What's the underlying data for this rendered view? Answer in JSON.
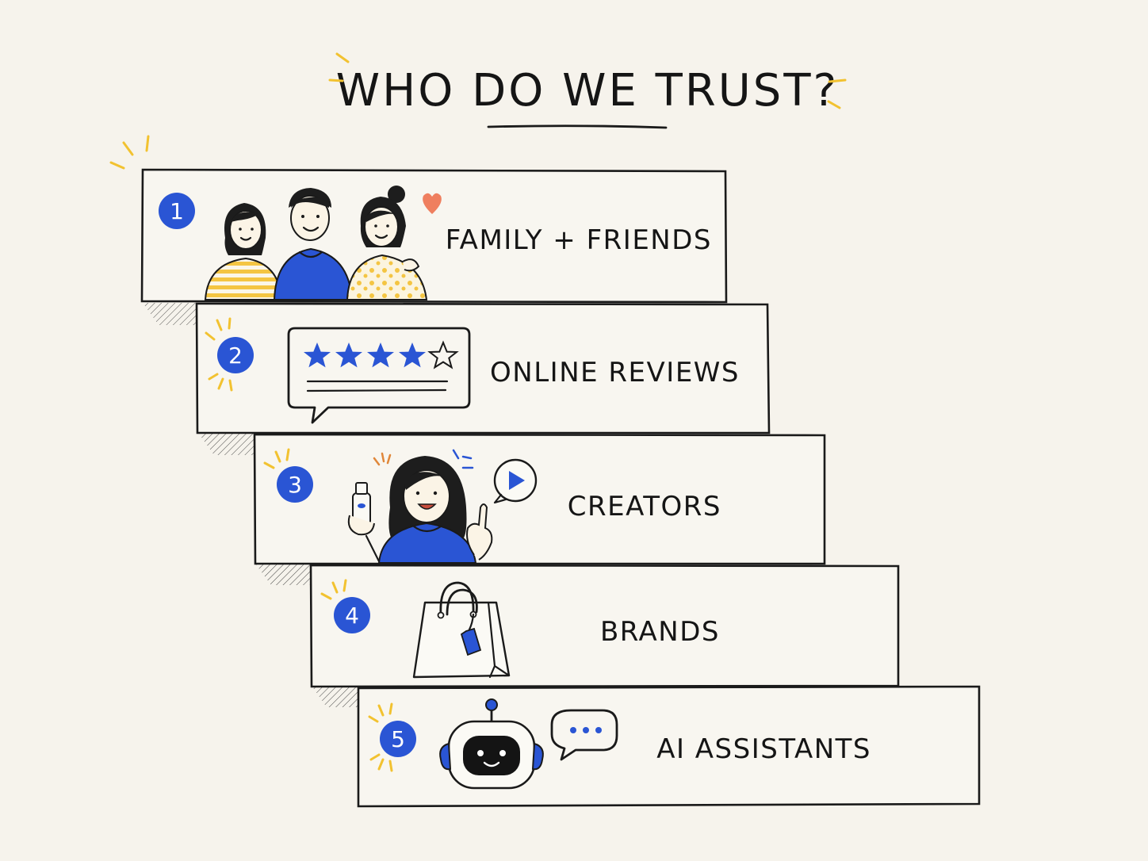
{
  "title": "WHO DO WE TRUST?",
  "steps": [
    {
      "number": "1",
      "label": "FAMILY + FRIENDS",
      "icon": "family-friends-icon"
    },
    {
      "number": "2",
      "label": "ONLINE REVIEWS",
      "icon": "star-review-icon"
    },
    {
      "number": "3",
      "label": "CREATORS",
      "icon": "creator-icon"
    },
    {
      "number": "4",
      "label": "BRANDS",
      "icon": "shopping-bag-icon"
    },
    {
      "number": "5",
      "label": "AI ASSISTANTS",
      "icon": "robot-icon"
    }
  ],
  "colors": {
    "accent_blue": "#2a55d4",
    "accent_yellow": "#f2c230",
    "heart": "#ef7f5f",
    "background": "#f6f3ec"
  }
}
